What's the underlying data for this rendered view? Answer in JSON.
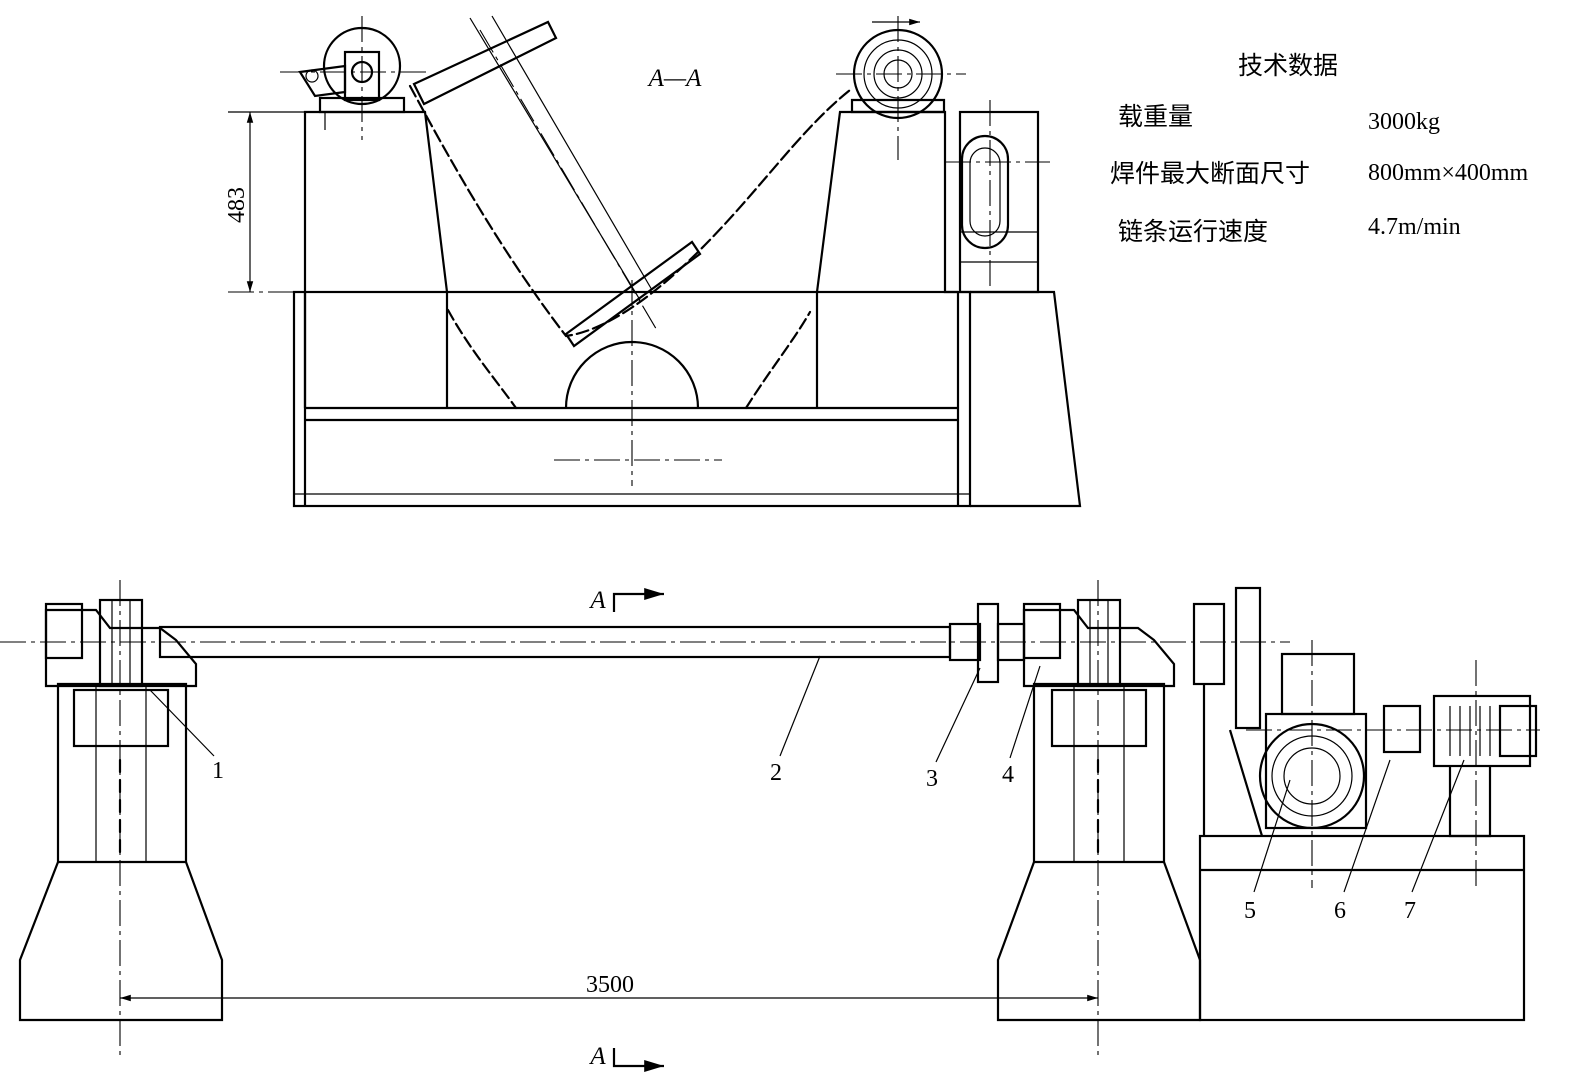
{
  "section_view": {
    "label": "A—A",
    "dimension_height": "483"
  },
  "tech_data": {
    "title": "技术数据",
    "rows": [
      {
        "label": "载重量",
        "value": "3000kg"
      },
      {
        "label": "焊件最大断面尺寸",
        "value": "800mm×400mm"
      },
      {
        "label": "链条运行速度",
        "value": "4.7m/min"
      }
    ]
  },
  "front_view": {
    "dimension_span": "3500",
    "section_mark_top": "A",
    "section_mark_bottom": "A",
    "callouts": [
      "1",
      "2",
      "3",
      "4",
      "5",
      "6",
      "7"
    ]
  }
}
